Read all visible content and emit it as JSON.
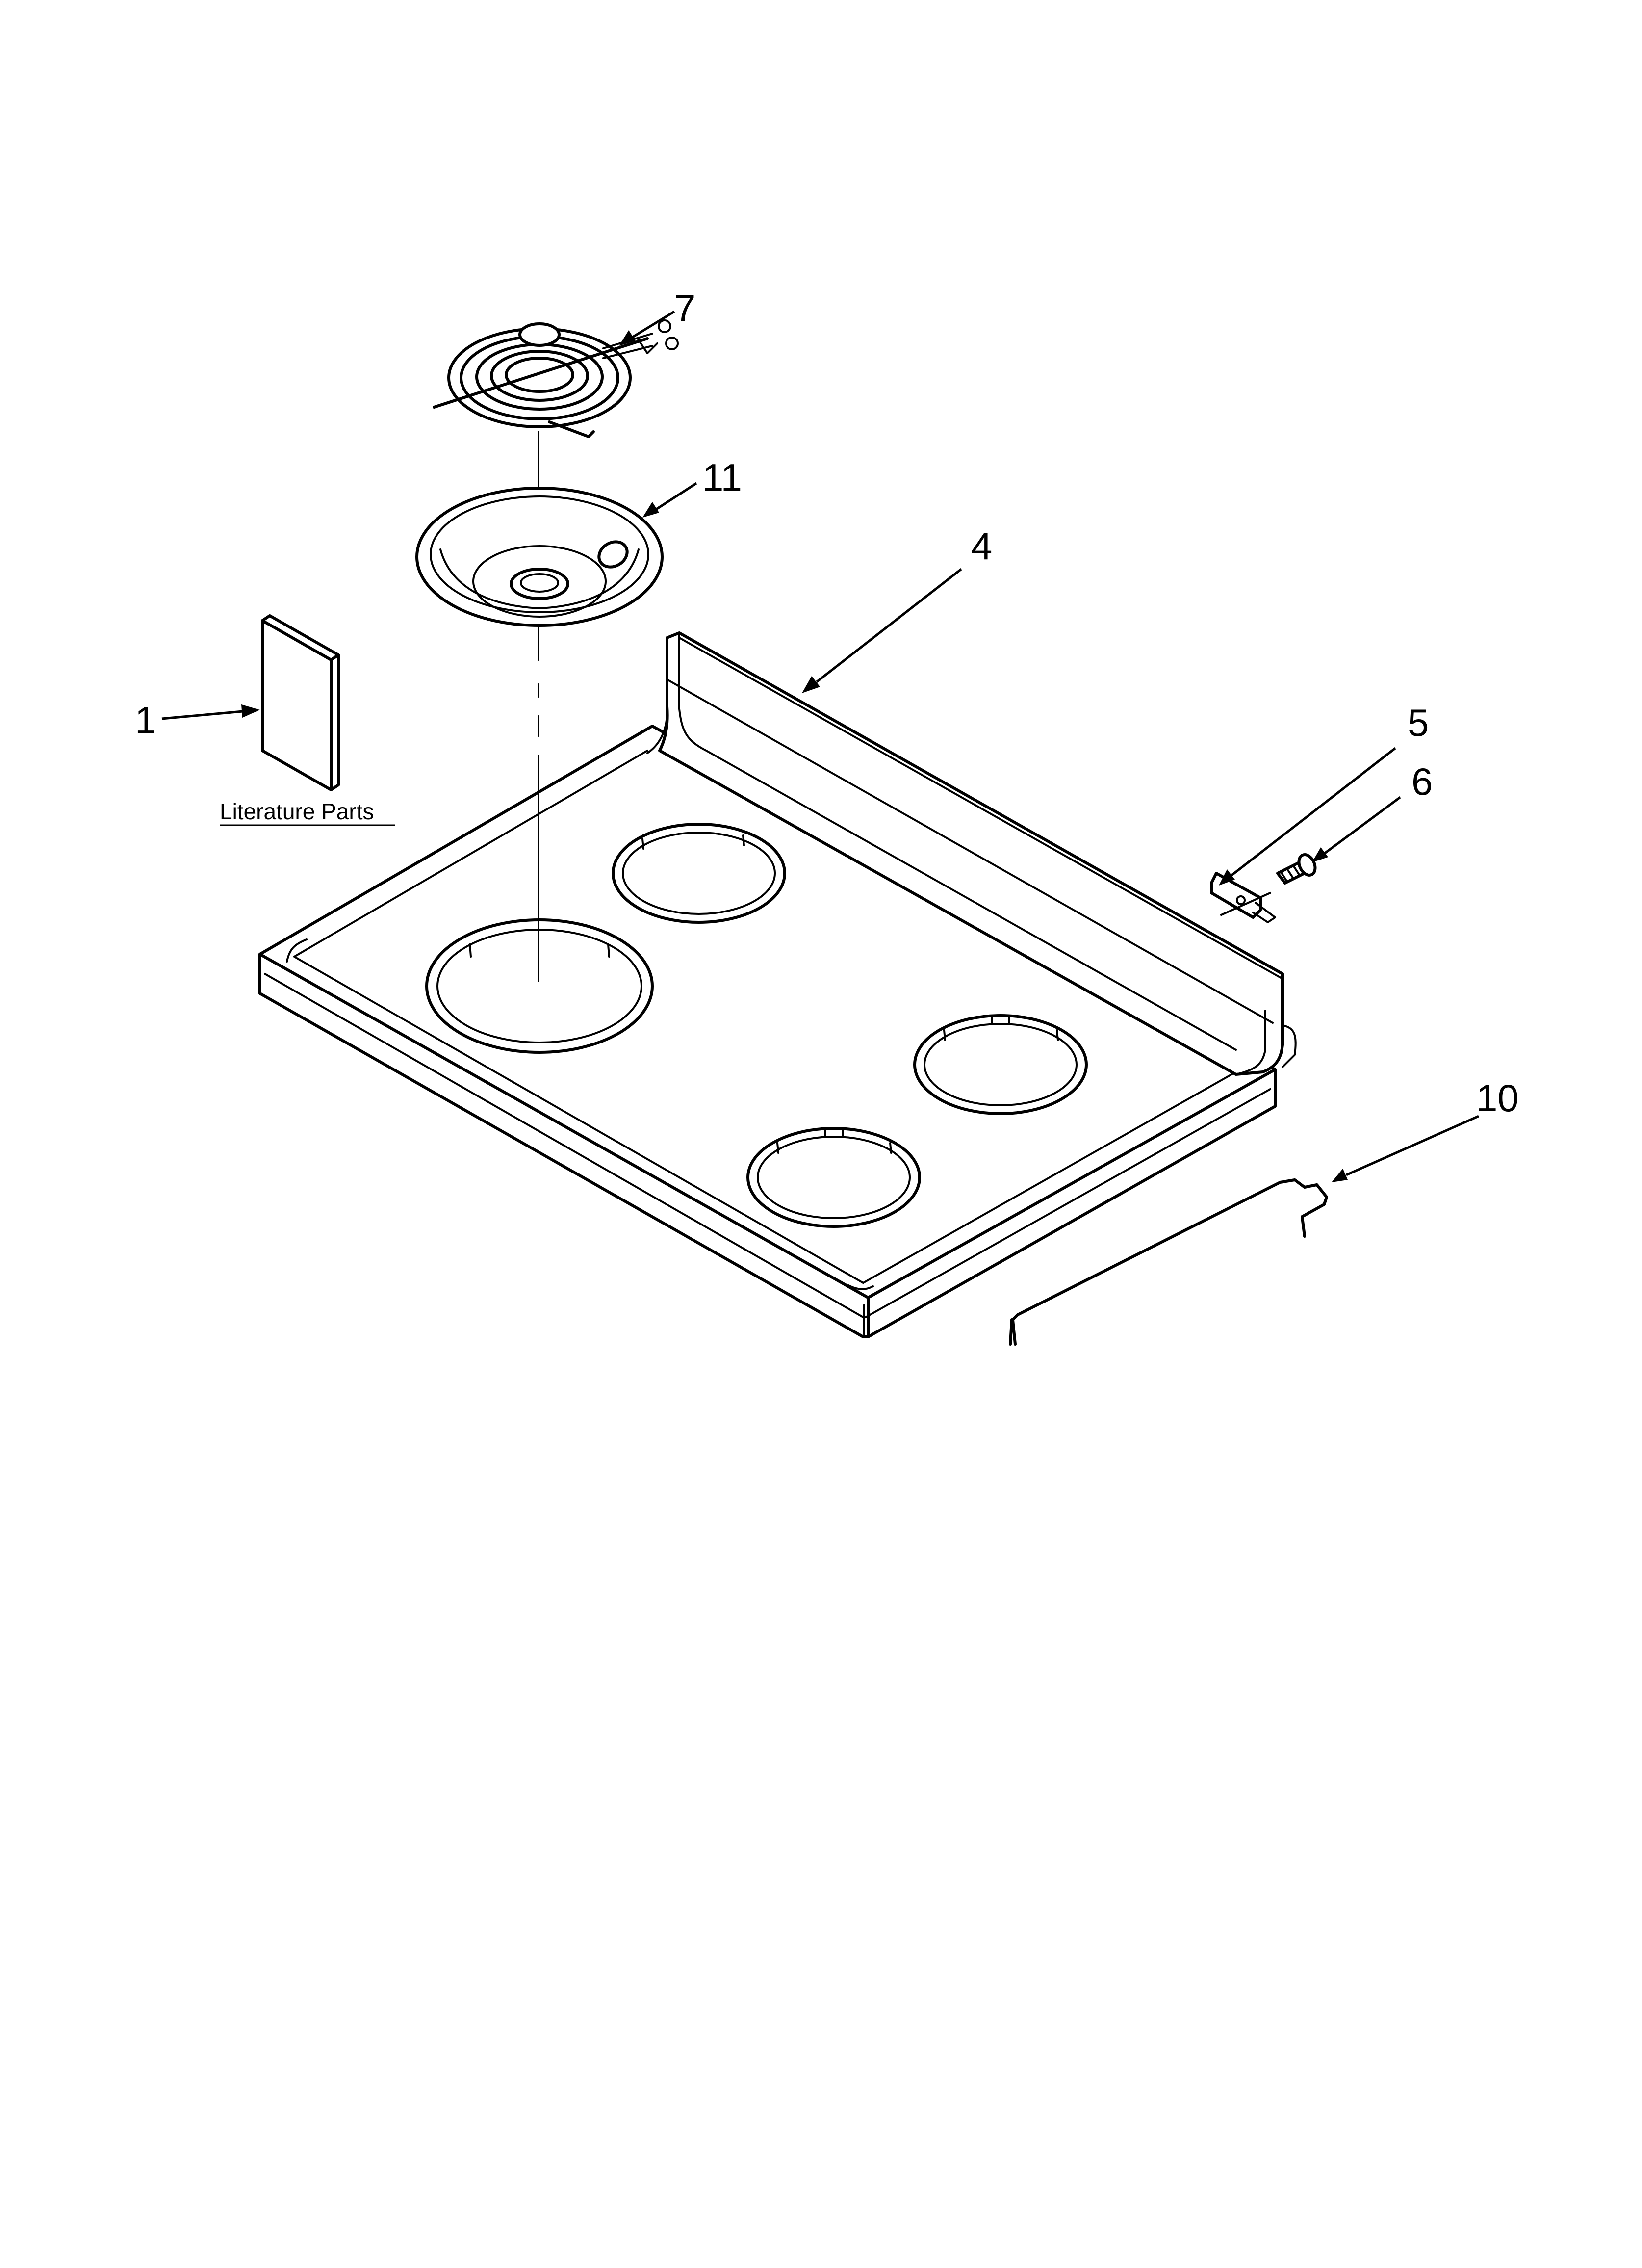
{
  "diagram": {
    "callouts": {
      "c1": "1",
      "c4": "4",
      "c5": "5",
      "c6": "6",
      "c7": "7",
      "c10": "10",
      "c11": "11"
    },
    "literature_label": "Literature Parts"
  },
  "parts": [
    {
      "callout": "1",
      "icon": "literature-booklet-icon"
    },
    {
      "callout": "4",
      "icon": "cooktop-main-top-icon"
    },
    {
      "callout": "5",
      "icon": "mounting-bracket-icon"
    },
    {
      "callout": "6",
      "icon": "screw-icon"
    },
    {
      "callout": "7",
      "icon": "surface-element-coil-icon"
    },
    {
      "callout": "10",
      "icon": "support-rod-icon"
    },
    {
      "callout": "11",
      "icon": "drip-bowl-icon"
    }
  ],
  "colors": {
    "line": "#000000",
    "background": "#ffffff"
  }
}
